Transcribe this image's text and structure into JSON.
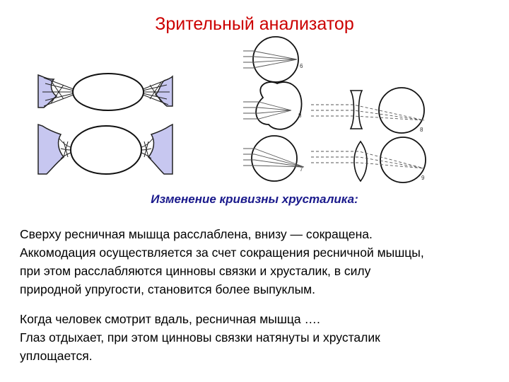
{
  "slide": {
    "title": "Зрительный анализатор",
    "caption": "Изменение кривизны хрусталика:",
    "paragraph1": [
      "Сверху ресничная мышца расслаблена, внизу — сокращена.",
      "Аккомодация осуществляется за счет сокращения ресничной мышцы,",
      "при этом расслабляются цинновы связки и хрусталик, в силу",
      "природной упругости, становится более выпуклым."
    ],
    "paragraph2": [
      "Когда человек смотрит вдаль, ресничная мышца ….",
      "Глаз отдыхает, при этом цинновы связки натянуты и хрусталик",
      "уплощается."
    ]
  },
  "figure_labels": {
    "n6": "6",
    "n7": "7",
    "n8": "8",
    "n9": "9"
  },
  "colors": {
    "title": "#cc0000",
    "caption": "#1a1a8c",
    "muscle_fill": "#c7c7f0"
  }
}
